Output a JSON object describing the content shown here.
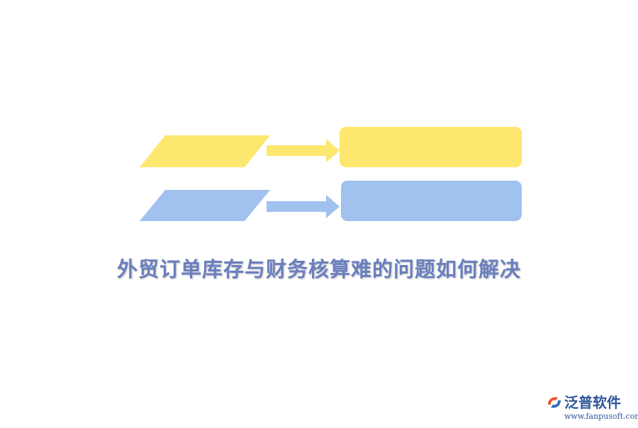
{
  "diagram": {
    "title": "外贸订单库存与财务核算难的问题如何解决",
    "rows": [
      {
        "color": "#fde76e"
      },
      {
        "color": "#a1c1ee"
      }
    ]
  },
  "logo": {
    "name": "泛普软件",
    "url": "www.fanpusoft.com",
    "mark_colors": [
      "#e8552f",
      "#2f6db5"
    ]
  }
}
